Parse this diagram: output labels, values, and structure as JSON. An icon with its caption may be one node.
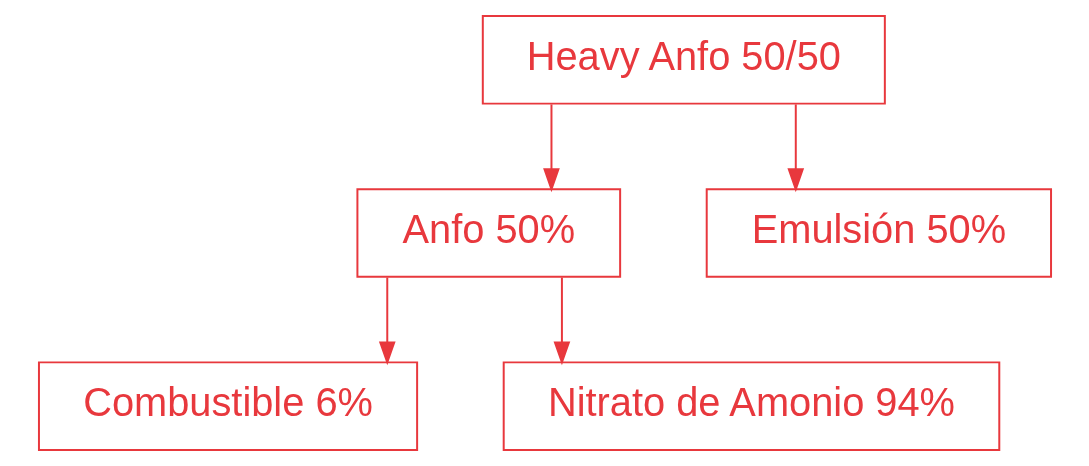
{
  "diagram": {
    "nodes": [
      {
        "text": [
          "Heavy Anfo 50/50"
        ]
      },
      {
        "text": [
          "Anfo 50%"
        ]
      },
      {
        "text": [
          "Emulsión 50%"
        ]
      },
      {
        "text": [
          "Combustible 6%"
        ]
      },
      {
        "text": [
          "Nitrato de Amonio 94%"
        ]
      }
    ],
    "edges": [
      {
        "from": 0,
        "to": 1,
        "arrow": "to"
      },
      {
        "from": 0,
        "to": 2,
        "arrow": "to"
      },
      {
        "from": 1,
        "to": 3,
        "arrow": "to"
      },
      {
        "from": 1,
        "to": 4,
        "arrow": "to"
      }
    ]
  }
}
